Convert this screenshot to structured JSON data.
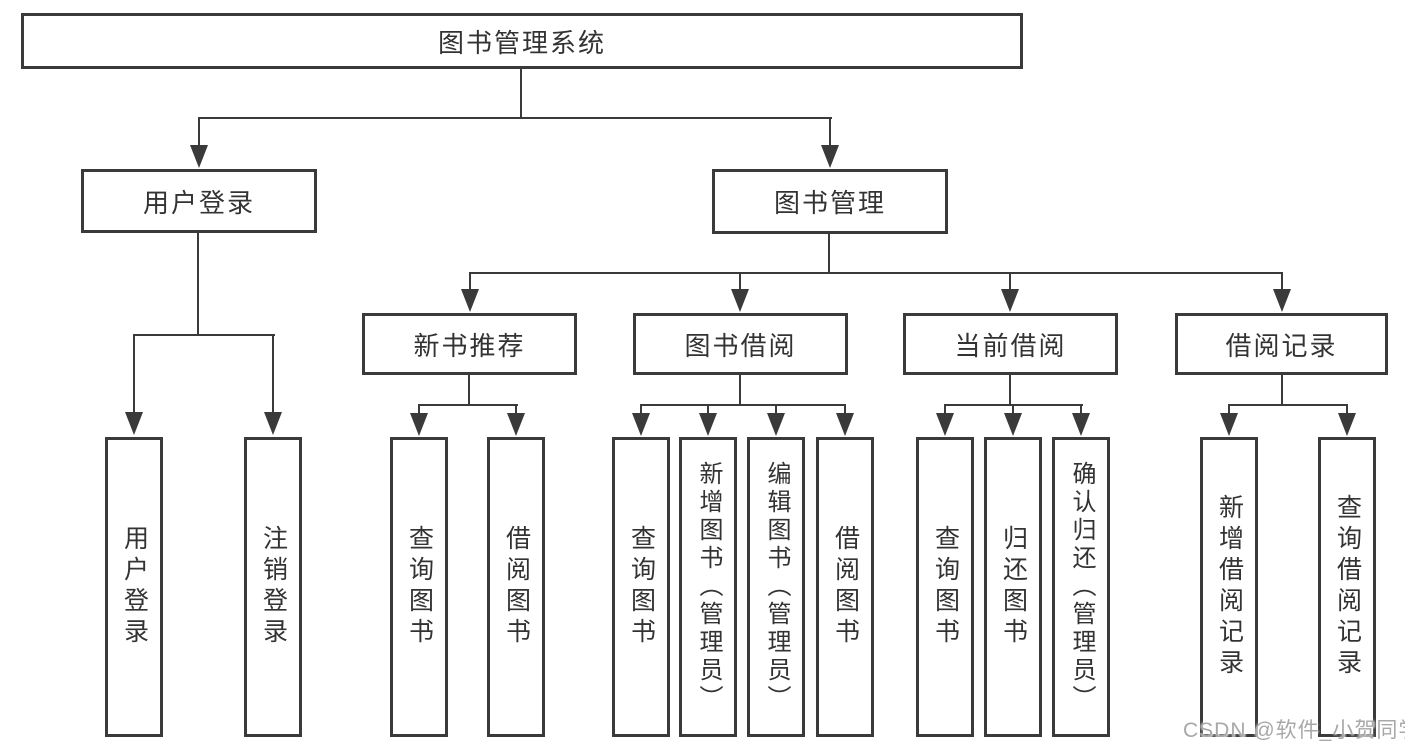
{
  "diagram": {
    "root": {
      "label": "图书管理系统"
    },
    "branches": [
      {
        "label": "用户登录",
        "children": [
          {
            "label": "用户登录"
          },
          {
            "label": "注销登录"
          }
        ]
      },
      {
        "label": "图书管理",
        "children": [
          {
            "label": "新书推荐",
            "children": [
              {
                "label": "查询图书"
              },
              {
                "label": "借阅图书"
              }
            ]
          },
          {
            "label": "图书借阅",
            "children": [
              {
                "label": "查询图书"
              },
              {
                "label": "新增图书（管理员）"
              },
              {
                "label": "编辑图书（管理员）"
              },
              {
                "label": "借阅图书"
              }
            ]
          },
          {
            "label": "当前借阅",
            "children": [
              {
                "label": "查询图书"
              },
              {
                "label": "归还图书"
              },
              {
                "label": "确认归还（管理员）"
              }
            ]
          },
          {
            "label": "借阅记录",
            "children": [
              {
                "label": "新增借阅记录"
              },
              {
                "label": "查询借阅记录"
              }
            ]
          }
        ]
      }
    ]
  },
  "watermark": "CSDN @软件_小贺同学",
  "colors": {
    "line": "#3a3a3a",
    "text": "#333333",
    "watermark": "#a8a8a8",
    "background": "#ffffff"
  }
}
